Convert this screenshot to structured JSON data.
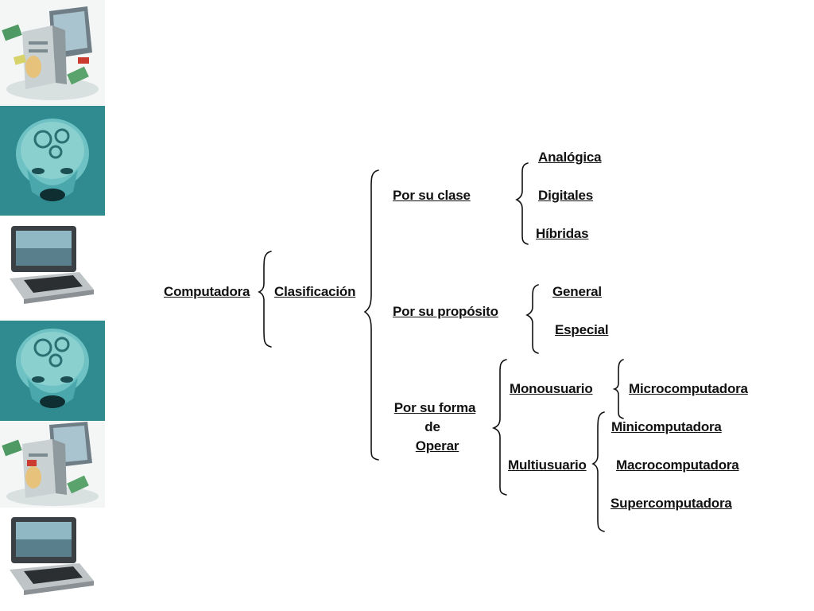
{
  "sidebar": {
    "images": [
      {
        "icon": "desktop-computer-icon"
      },
      {
        "icon": "robot-head-icon"
      },
      {
        "icon": "tablet-laptop-icon"
      },
      {
        "icon": "robot-head-icon"
      },
      {
        "icon": "desktop-computer-icon"
      },
      {
        "icon": "tablet-laptop-icon"
      }
    ]
  },
  "diagram": {
    "root": "Computadora",
    "classification": "Clasificación",
    "by_class": {
      "label": "Por su clase",
      "items": [
        "Analógica",
        "Digitales",
        "Híbridas"
      ]
    },
    "by_purpose": {
      "label": "Por su propósito",
      "items": [
        "General",
        "Especial"
      ]
    },
    "by_operation": {
      "label_line1": "Por su forma",
      "label_line2": "de",
      "label_line3": "Operar",
      "single_user": {
        "label": "Monousuario",
        "items": [
          "Microcomputadora"
        ]
      },
      "multi_user": {
        "label": "Multiusuario",
        "items": [
          "Minicomputadora",
          "Macrocomputadora",
          "Supercomputadora"
        ]
      }
    }
  },
  "colors": {
    "text": "#111111",
    "teal": "#2a7f86",
    "teal_dark": "#134a50"
  }
}
